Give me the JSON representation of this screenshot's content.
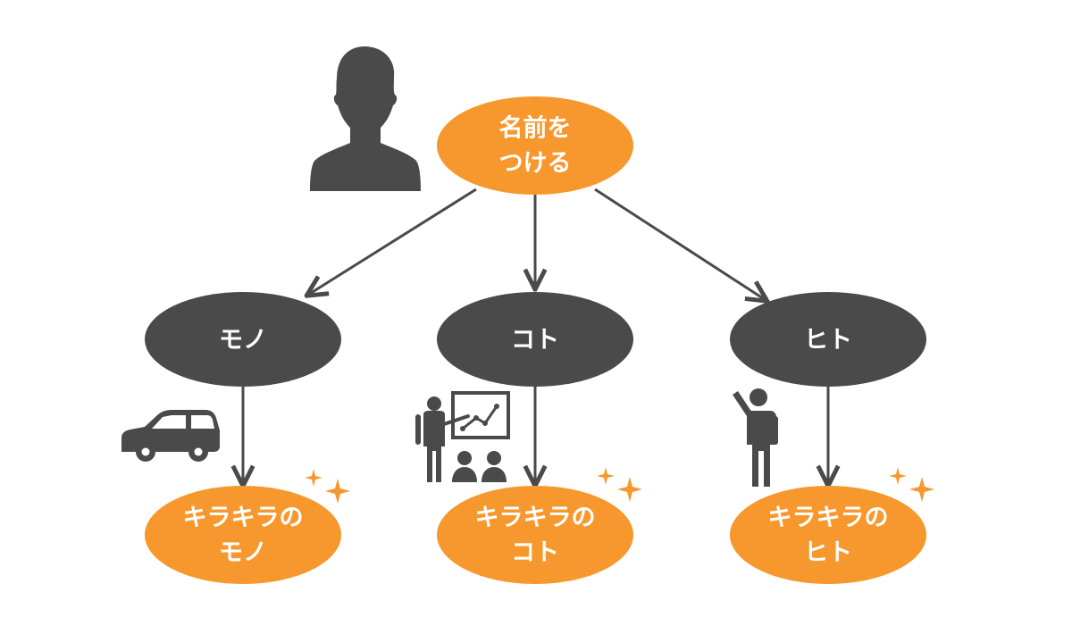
{
  "colors": {
    "accent_orange": "#F7982E",
    "node_dark": "#4A4A4A",
    "icon_dark": "#4A4A4A",
    "arrow": "#4A4A4A",
    "node_text": "#FFFFFF",
    "sparkle": "#F7982E"
  },
  "root": {
    "line1": "名前を",
    "line2": "つける"
  },
  "categories": [
    {
      "label": "モノ",
      "icon": "car-icon",
      "result": {
        "line1": "キラキラの",
        "line2": "モノ"
      }
    },
    {
      "label": "コト",
      "icon": "presentation-icon",
      "result": {
        "line1": "キラキラの",
        "line2": "コト"
      }
    },
    {
      "label": "ヒト",
      "icon": "person-raising-hand-icon",
      "result": {
        "line1": "キラキラの",
        "line2": "ヒト"
      }
    }
  ],
  "root_icon": "person-silhouette-icon"
}
